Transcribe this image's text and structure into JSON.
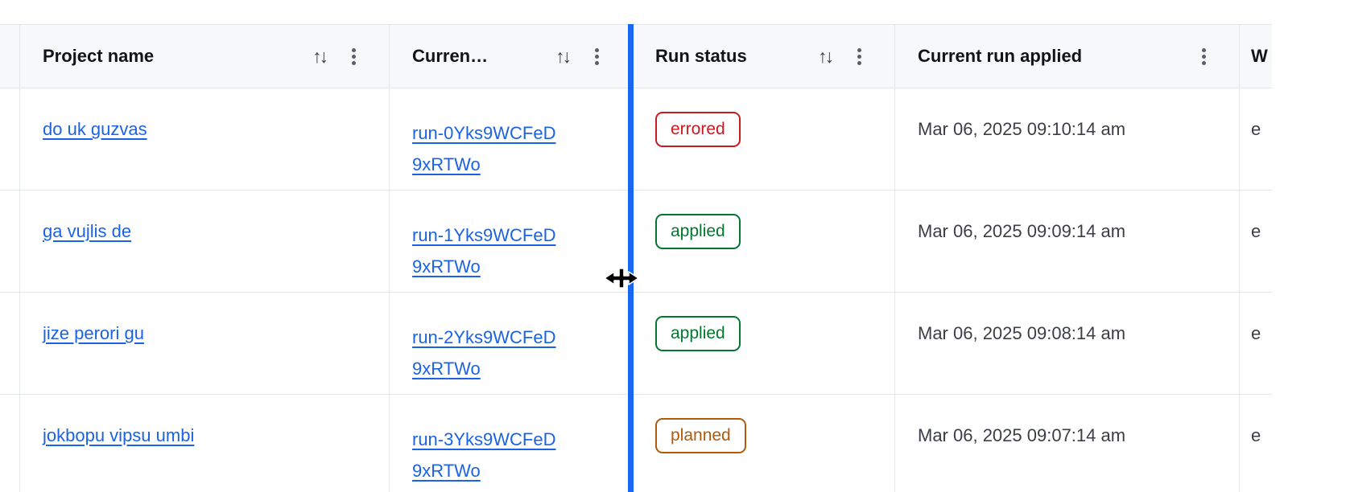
{
  "table": {
    "header": {
      "columns": [
        {
          "label": "Project name",
          "sort": true,
          "menu": true
        },
        {
          "label": "Curren…",
          "sort": true,
          "menu": true
        },
        {
          "label": "Run status",
          "sort": true,
          "menu": true
        },
        {
          "label": "Current run applied",
          "sort": false,
          "menu": true
        },
        {
          "label": "W",
          "sort": false,
          "menu": false
        }
      ]
    },
    "rows": [
      {
        "project": "do uk guzvas",
        "run_line1": "run-0Yks9WCFeD",
        "run_line2": "9xRTWo",
        "status": "errored",
        "applied_at": "Mar 06, 2025 09:10:14 am",
        "next_cell": "e"
      },
      {
        "project": "ga vujlis de",
        "run_line1": "run-1Yks9WCFeD",
        "run_line2": "9xRTWo",
        "status": "applied",
        "applied_at": "Mar 06, 2025 09:09:14 am",
        "next_cell": "e"
      },
      {
        "project": "jize perori gu",
        "run_line1": "run-2Yks9WCFeD",
        "run_line2": "9xRTWo",
        "status": "applied",
        "applied_at": "Mar 06, 2025 09:08:14 am",
        "next_cell": "e"
      },
      {
        "project": "jokbopu vipsu umbi",
        "run_line1": "run-3Yks9WCFeD",
        "run_line2": "9xRTWo",
        "status": "planned",
        "applied_at": "Mar 06, 2025 09:07:14 am",
        "next_cell": "e"
      }
    ]
  },
  "icons": {
    "sort": "↑↓"
  },
  "colors": {
    "link": "#1b63e4",
    "resize_indicator": "#1767f2",
    "header_bg": "#f7f8fa",
    "border": "#e4e7eb",
    "status": {
      "errored": "#c81b20",
      "applied": "#04772f",
      "planned": "#b05a0a"
    }
  }
}
